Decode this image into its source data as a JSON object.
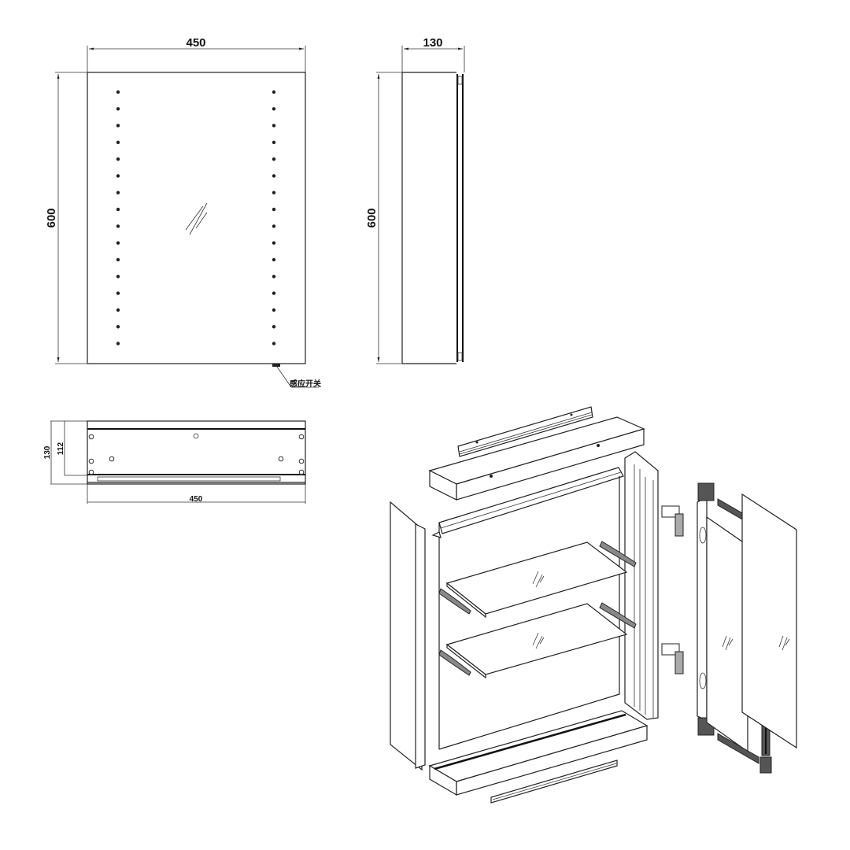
{
  "drawing": {
    "type": "technical drawing — LED mirror cabinet",
    "front_view": {
      "width_label": "450",
      "height_label": "600",
      "led_dots_per_column": 16,
      "sensor_label": "感应开关"
    },
    "side_view": {
      "depth_label": "130",
      "height_label": "600"
    },
    "top_view": {
      "outer_depth_label": "130",
      "inner_depth_label": "112",
      "width_label": "450"
    },
    "exploded_view": {
      "parts": [
        "top-mounting-rail",
        "top-cover",
        "top-frame",
        "left-side-panel",
        "right-side-profile",
        "glass-shelf-1",
        "glass-shelf-2",
        "shelf-brackets",
        "back-panel",
        "bottom-frame",
        "bottom-rail",
        "hinge-top",
        "hinge-bottom",
        "door-frame",
        "door-mirror",
        "door-edge-profile",
        "outer-mirror"
      ]
    }
  },
  "colors": {
    "line": "#222222",
    "background": "#ffffff"
  }
}
